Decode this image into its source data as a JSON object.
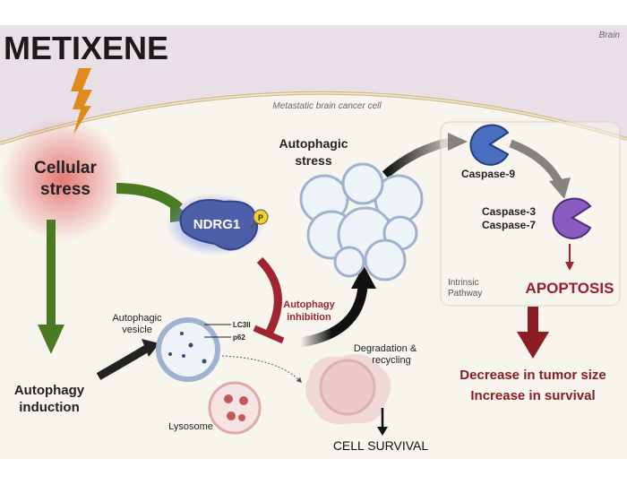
{
  "title": "METIXENE",
  "region_label": "Brain",
  "cell_label": "Metastatic brain cancer cell",
  "cellular_stress": [
    "Cellular",
    "stress"
  ],
  "protein": {
    "name": "NDRG1",
    "phospho": "P"
  },
  "autophagic_stress": [
    "Autophagic",
    "stress"
  ],
  "autophagy_inhibition": [
    "Autophagy",
    "inhibition"
  ],
  "autophagic_vesicle": {
    "label": [
      "Autophagic",
      "vesicle"
    ],
    "markers": [
      "LC3II",
      "p62"
    ]
  },
  "lysosome": "Lysosome",
  "degradation": [
    "Degradation &",
    "recycling"
  ],
  "cell_survival": "CELL SURVIVAL",
  "autophagy_induction": [
    "Autophagy",
    "induction"
  ],
  "pathway": {
    "caspase9": "Caspase-9",
    "caspase37": [
      "Caspase-3",
      "Caspase-7"
    ],
    "name": [
      "Intrinsic",
      "Pathway"
    ],
    "outcome": "APOPTOSIS"
  },
  "results": [
    "Decrease in tumor size",
    "Increase in survival"
  ],
  "colors": {
    "brain_bg": "#e9dfe6",
    "cell_bg": "#f8f5ee",
    "accent_red": "#9b1b30",
    "green": "#4a7a22",
    "caspase9": "#4a6fc0",
    "caspase37": "#8a5cc0",
    "bolt": "#e08a1e"
  }
}
